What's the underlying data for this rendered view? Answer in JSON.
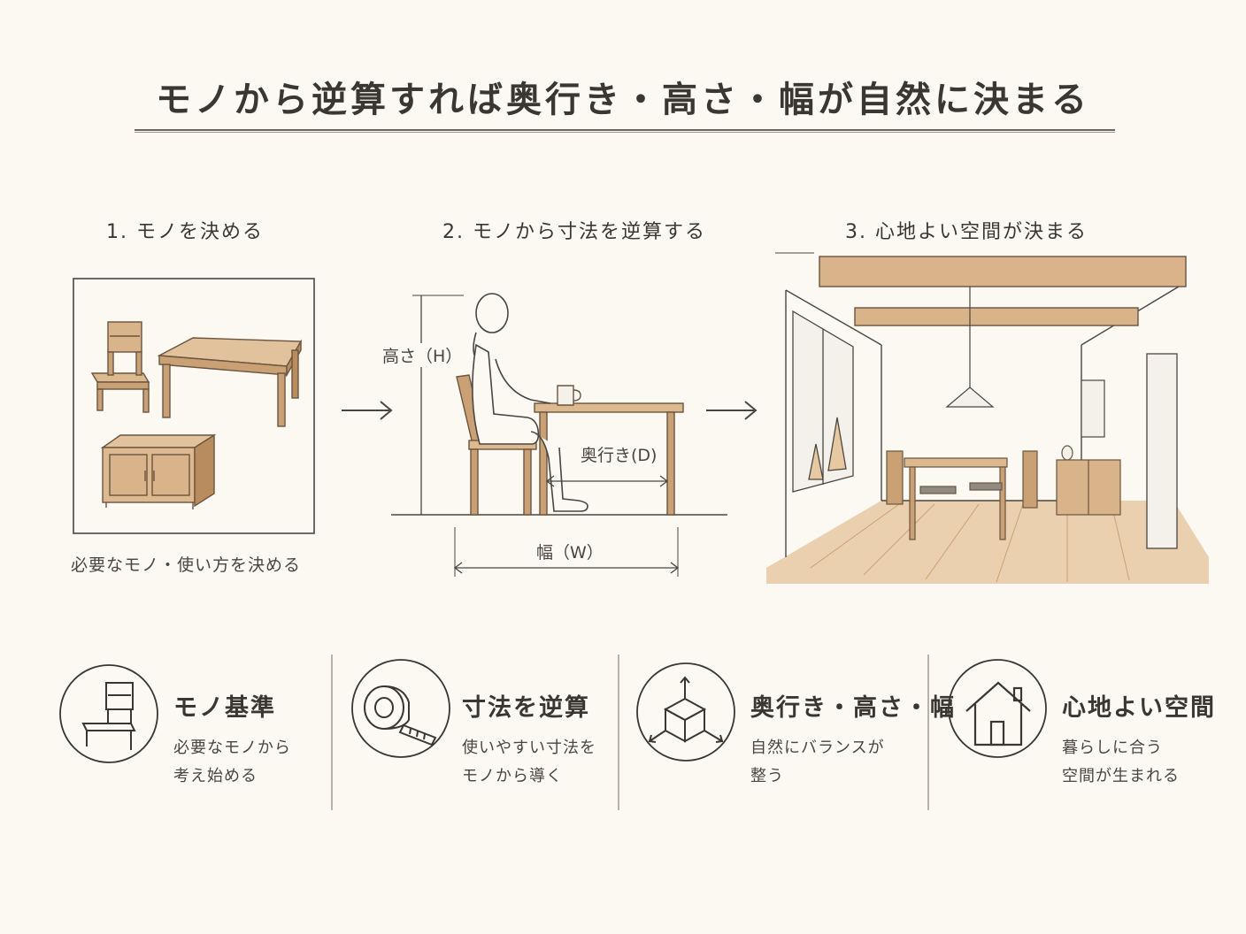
{
  "title": "モノから逆算すれば奥行き・高さ・幅が自然に決まる",
  "steps": [
    {
      "label": "1. モノを決める",
      "caption": "必要なモノ・使い方を決める"
    },
    {
      "label": "2. モノから寸法を逆算する"
    },
    {
      "label": "3. 心地よい空間が決まる"
    }
  ],
  "dimensions": {
    "height": "高さ（H）",
    "depth": "奥行き(D)",
    "width": "幅（W）"
  },
  "features": [
    {
      "icon": "chair-icon",
      "title": "モノ基準",
      "lines": [
        "必要なモノから",
        "考え始める"
      ]
    },
    {
      "icon": "tape-measure-icon",
      "title": "寸法を逆算",
      "lines": [
        "使いやすい寸法を",
        "モノから導く"
      ]
    },
    {
      "icon": "cube-axes-icon",
      "title": "奥行き・高さ・幅",
      "lines": [
        "自然にバランスが",
        "整う"
      ]
    },
    {
      "icon": "house-icon",
      "title": "心地よい空間",
      "lines": [
        "暮らしに合う",
        "空間が生まれる"
      ]
    }
  ],
  "colors": {
    "background": "#fbf9f2",
    "ink": "#3a3632",
    "wood": "#d9b48a",
    "wood_dark": "#b98c5e",
    "floor": "#e6c9a3"
  }
}
